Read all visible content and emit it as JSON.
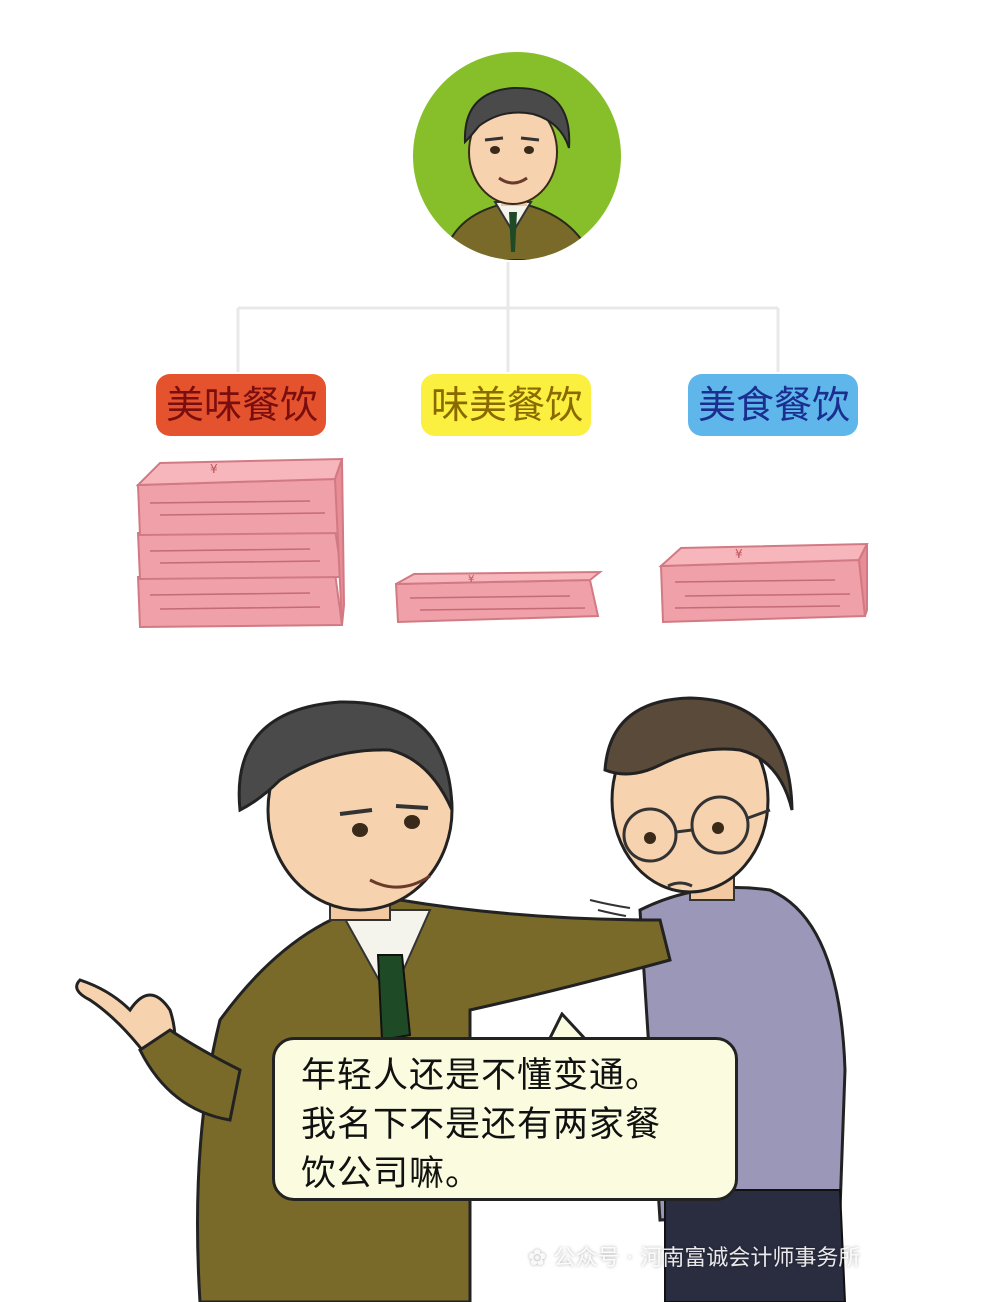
{
  "companies": [
    {
      "name": "美味餐饮",
      "color": "#e5532e",
      "text_color": "#7a0d0d",
      "cash_stacks": 3
    },
    {
      "name": "味美餐饮",
      "color": "#fbef3f",
      "text_color": "#8a6a00",
      "cash_stacks": 1
    },
    {
      "name": "美食餐饮",
      "color": "#5eb6ea",
      "text_color": "#1b2e8f",
      "cash_stacks": 1
    }
  ],
  "speech_bubble": {
    "text": "年轻人还是不懂变通。\n我名下不是还有两家餐\n饮公司嘛。"
  },
  "watermark": {
    "text": "公众号 · 河南富诚会计师事务所",
    "icon": "wechat-icon"
  },
  "colors": {
    "avatar_bg": "#86bf2a",
    "cash": "#f0a0a8",
    "suit": "#7a6a2a",
    "shirt": "#9a97b8"
  }
}
